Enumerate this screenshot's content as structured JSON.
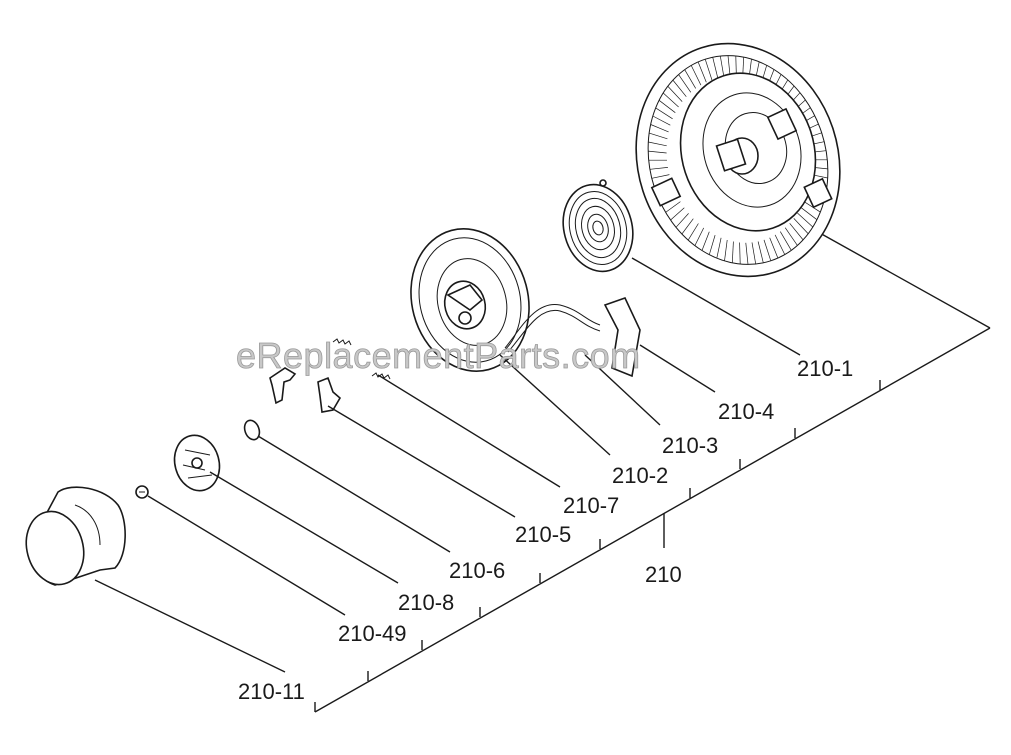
{
  "diagram": {
    "watermark": "eReplacementParts.com",
    "callouts": [
      {
        "id": "210-1",
        "label": "210-1"
      },
      {
        "id": "210-4",
        "label": "210-4"
      },
      {
        "id": "210-3",
        "label": "210-3"
      },
      {
        "id": "210-2",
        "label": "210-2"
      },
      {
        "id": "210-7",
        "label": "210-7"
      },
      {
        "id": "210-5",
        "label": "210-5"
      },
      {
        "id": "210",
        "label": "210"
      },
      {
        "id": "210-6",
        "label": "210-6"
      },
      {
        "id": "210-8",
        "label": "210-8"
      },
      {
        "id": "210-49",
        "label": "210-49"
      },
      {
        "id": "210-11",
        "label": "210-11"
      }
    ]
  }
}
